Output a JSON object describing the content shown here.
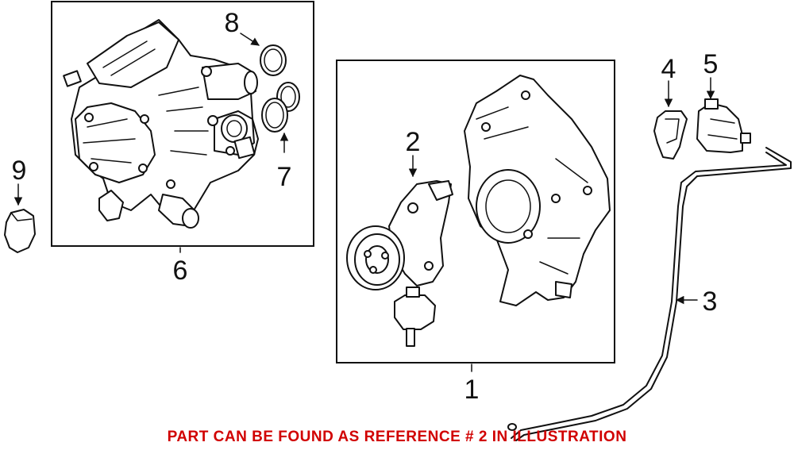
{
  "callouts": {
    "c1": "1",
    "c2": "2",
    "c3": "3",
    "c4": "4",
    "c5": "5",
    "c6": "6",
    "c7": "7",
    "c8": "8",
    "c9": "9"
  },
  "caption": "PART CAN BE FOUND AS REFERENCE # 2 IN ILLUSTRATION",
  "colors": {
    "caption": "#d10000",
    "line": "#111111"
  }
}
